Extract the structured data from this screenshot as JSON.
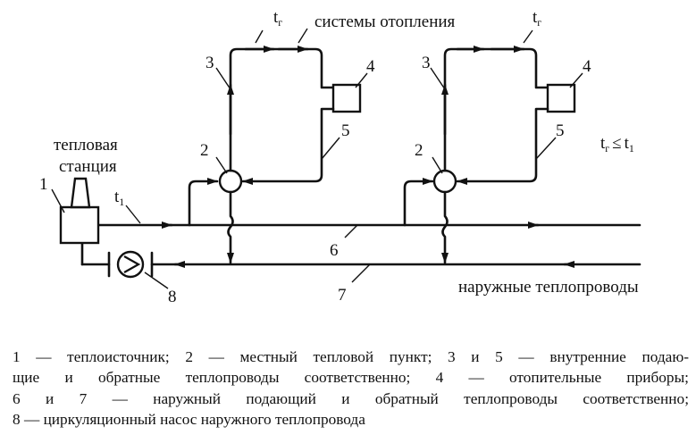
{
  "labels": {
    "systems": "системы отопления",
    "station_line1": "тепловая",
    "station_line2": "станция",
    "outdoor": "наружные теплопроводы",
    "temp_inner": "t",
    "temp_inner_sub": "г",
    "temp_outer": "t",
    "temp_outer_sub": "1",
    "relation": "≤",
    "num1": "1",
    "num2": "2",
    "num3": "3",
    "num4": "4",
    "num5": "5",
    "num6": "6",
    "num7": "7",
    "num8": "8"
  },
  "caption": {
    "line1": "1 — теплоисточник; 2 — местный тепловой пункт; 3 и 5 — внутренние подаю-",
    "line2": "щие и обратные теплопроводы соответственно; 4 — отопительные приборы;",
    "line3": "6 и 7 — наружный подающий и обратный теплопроводы соответственно;",
    "line4": "8 — циркуляционный насос наружного теплопровода"
  }
}
